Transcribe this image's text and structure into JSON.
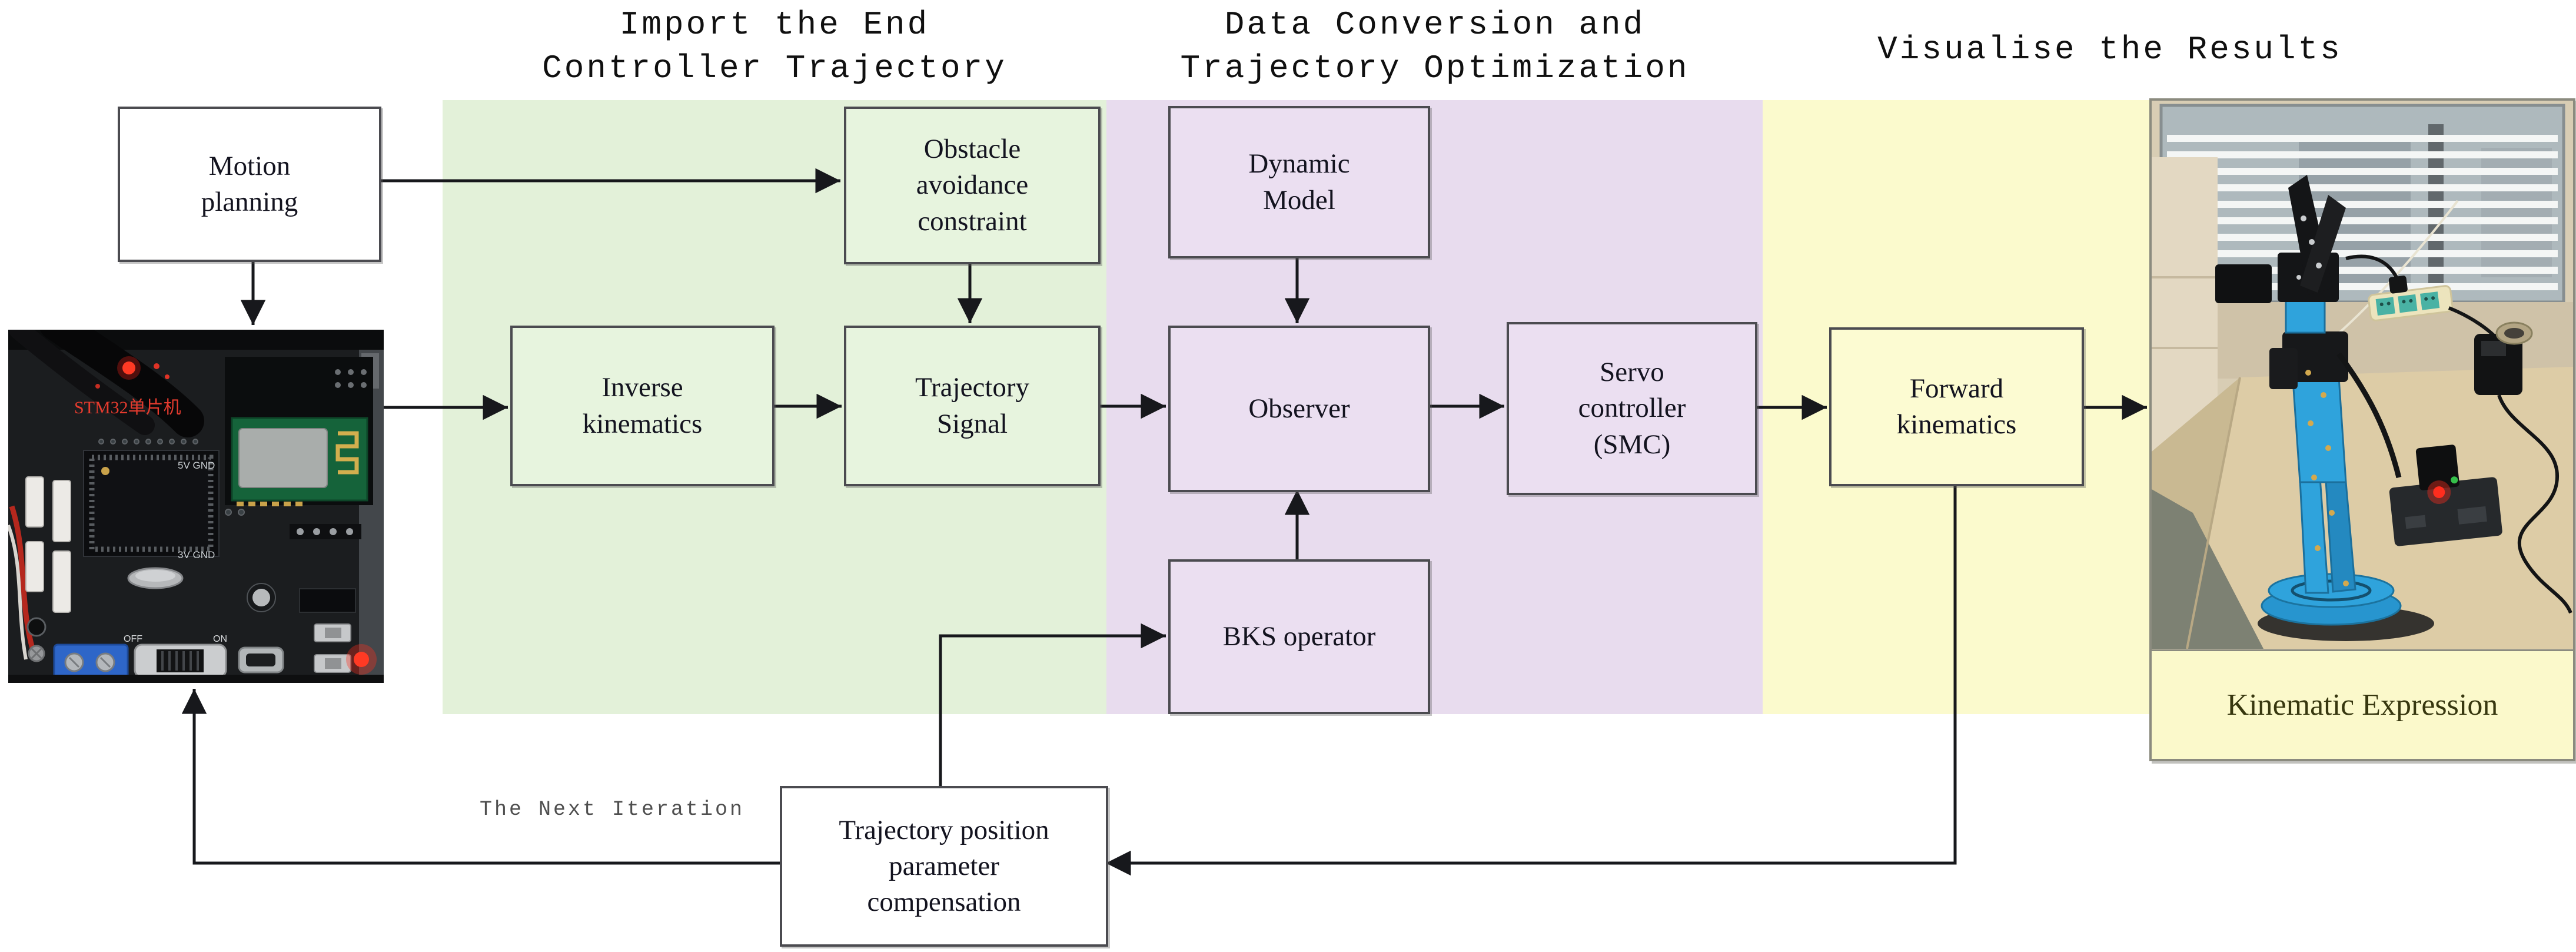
{
  "section_headers": [
    {
      "text": "Import the End\nController Trajectory"
    },
    {
      "text": "Data Conversion and\nTrajectory Optimization"
    },
    {
      "text": "Visualise the Results"
    }
  ],
  "nodes": {
    "motion_planning": {
      "label": "Motion\nplanning"
    },
    "obstacle": {
      "label": "Obstacle\navoidance\nconstraint"
    },
    "inverse": {
      "label": "Inverse\nkinematics"
    },
    "trajectory_signal": {
      "label": "Trajectory\nSignal"
    },
    "dynamic_model": {
      "label": "Dynamic\nModel"
    },
    "observer": {
      "label": "Observer"
    },
    "servo": {
      "label": "Servo\ncontroller\n(SMC)"
    },
    "bks": {
      "label": "BKS operator"
    },
    "forward": {
      "label": "Forward\nkinematics"
    },
    "compensation": {
      "label": "Trajectory position\nparameter\ncompensation"
    }
  },
  "loop": {
    "next_iteration": "The Next Iteration"
  },
  "photos": {
    "board": {
      "chip_label": "STM32单片机",
      "pin_top": "5V GND",
      "pin_mid": "3V GND",
      "switch_off": "OFF",
      "switch_on": "ON"
    },
    "robot": {
      "caption": "Kinematic Expression"
    }
  },
  "colors": {
    "band_green": "#e3f1d9",
    "band_purple": "#e8dcee",
    "band_yellow": "#fbfacd",
    "arrow": "#17181c",
    "box_border": "#4b4b50"
  }
}
